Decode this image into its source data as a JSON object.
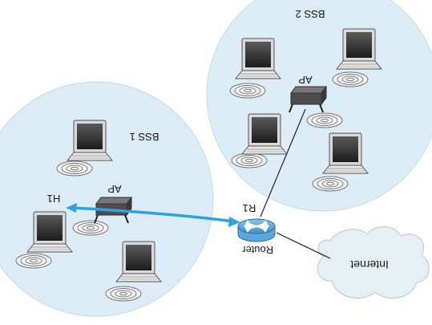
{
  "labels": {
    "bss1": "BSS 1",
    "bss2": "BSS 2",
    "ap1": "AP",
    "ap2": "AP",
    "h1": "H1",
    "r1": "R1",
    "router": "Router",
    "internet": "Internet"
  },
  "colors": {
    "bss_fill": "#dcedf7",
    "bss_stroke": "#c3dce9",
    "cloud_fill": "#e6eff3",
    "router_fill": "#5aa8dc",
    "arrow": "#2ea3dd",
    "line": "#222222"
  },
  "icons": {
    "laptop": "laptop-icon",
    "access_point": "access-point-icon",
    "router": "router-icon",
    "cloud": "cloud-icon",
    "signal": "wireless-signal-icon"
  }
}
